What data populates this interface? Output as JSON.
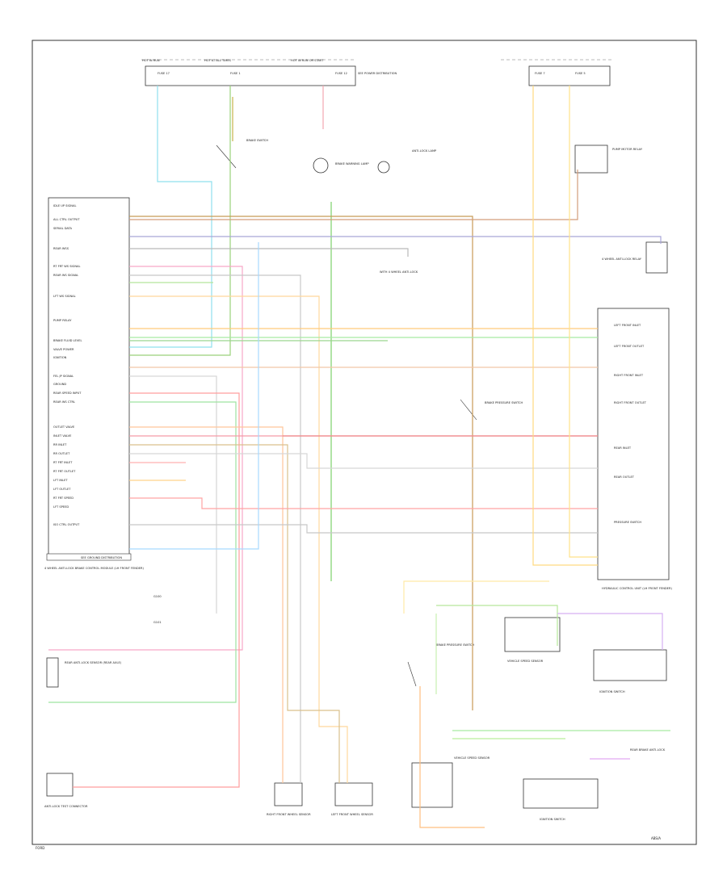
{
  "diagram": {
    "bottom_left_code": "FORD",
    "bottom_right_code": "ABS/A",
    "fuse_panel_labels": [
      "HOT IN RUN",
      "HOT AT ALL TIMES",
      "HOT IN RUN OR START",
      "FUSE 17",
      "FUSE 1",
      "FUSE 12",
      "FUSE 7",
      "FUSE 5",
      "SEE POWER DISTRIBUTION"
    ],
    "module_pins": [
      "IDLE UP SIGNAL",
      "ALL CTRL OUTPUT",
      "SERIAL DATA",
      "REAR WSS",
      "RT FRT WS SIGNAL",
      "REAR WS SIGNAL",
      "LFT WS SIGNAL",
      "PUMP RELAY",
      "BRAKE FLUID LEVEL",
      "VALVE POWER",
      "IGNITION",
      "FEL JP SIGNAL",
      "GROUND",
      "REAR SPEED INPUT",
      "REAR WS CTRL",
      "OUTLET VALVE",
      "INLET VALVE",
      "RR INLET",
      "RR OUTLET",
      "RT FRT INLET",
      "RT FRT OUTLET",
      "LFT INLET",
      "LFT OUTLET",
      "RT FRT SPEED",
      "LFT SPEED",
      "ISO CTRL OUTPUT"
    ],
    "labels": {
      "module": "4 WHEEL ANTI-LOCK BRAKE CONTROL MODULE (LH FRONT FENDER)",
      "module_bottom": "SEE GROUND DISTRIBUTION",
      "stop_switch": "BRAKE SWITCH",
      "abs_relay": "4 WHEEL ANTI-LOCK RELAY",
      "abs_lamp": "ANTI-LOCK LAMP",
      "brake_lamp": "BRAKE WARNING LAMP",
      "hydraulic_unit": "HYDRAULIC CONTROL UNIT (LH FRONT FENDER)",
      "pump_motor": "PUMP MOTOR RELAY",
      "solenoids": [
        "LEFT FRONT INLET",
        "LEFT FRONT OUTLET",
        "RIGHT FRONT INLET",
        "RIGHT FRONT OUTLET",
        "REAR INLET",
        "REAR OUTLET",
        "PRESSURE SWITCH"
      ],
      "ground_left_1": "G100",
      "ground_left_2": "G101",
      "rr_speed_sensor": "REAR ANTI-LOCK SENSOR (REAR AXLE)",
      "rear_note": "ANTI-LOCK TEST CONNECTOR",
      "right_front_sensor": "RIGHT FRONT WHEEL SENSOR",
      "left_front_sensor": "LEFT FRONT WHEEL SENSOR",
      "speed_sensor_1": "VEHICLE SPEED SENSOR",
      "speed_sensor_2": "VEHICLE SPEED SENSOR",
      "brake_sw_1": "BRAKE PRESSURE SWITCH",
      "brake_sw_2": "BRAKE PRESSURE SWITCH",
      "ign_switch_1": "IGNITION SWITCH",
      "ign_switch_2": "IGNITION SWITCH",
      "note_mid": "WITH 4 WHEEL ANTI-LOCK",
      "note_rear": "REAR BRAKE ANTI-LOCK"
    }
  }
}
